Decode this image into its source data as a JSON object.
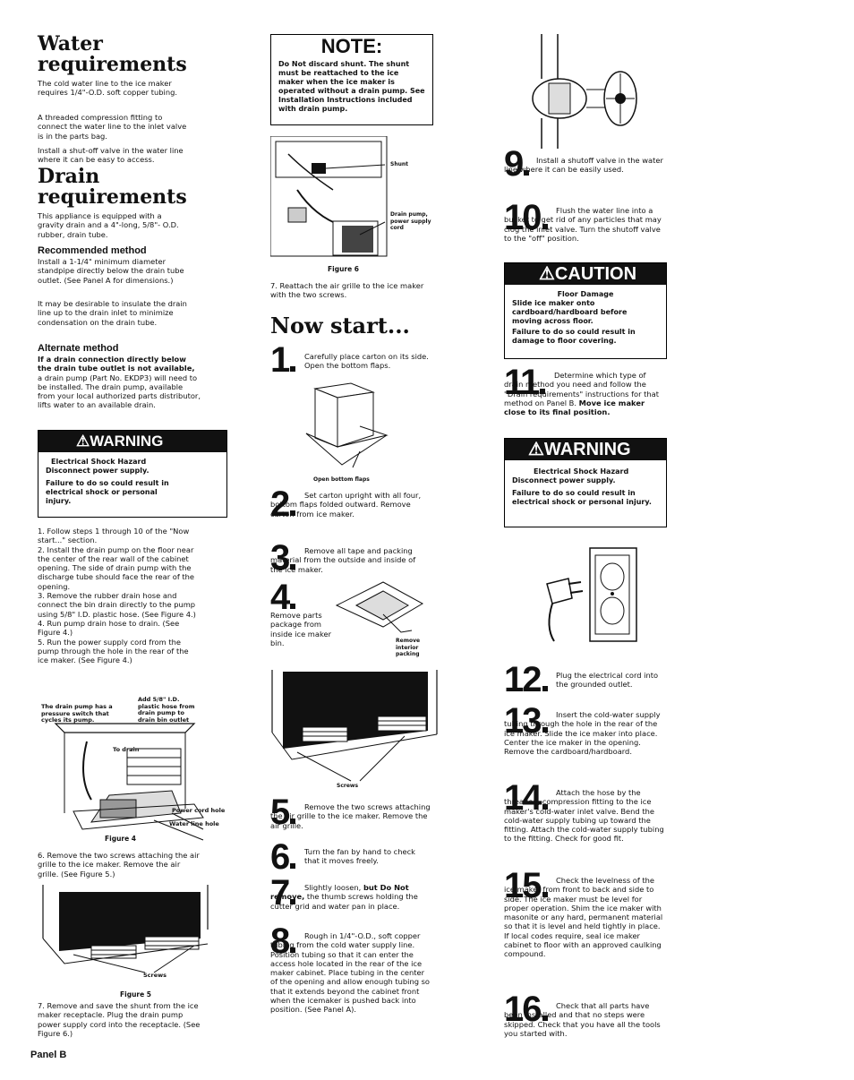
{
  "col1": {
    "water_title": "Water requirements",
    "water_p1": "The cold water line to the ice maker requires 1/4\"-O.D. soft copper tubing.",
    "water_p2": "A threaded compression fitting to connect the water line to the inlet valve is in the parts bag.",
    "water_p3": "Install a shut-off valve in the water line where it can be easy to access.",
    "drain_title": "Drain requirements",
    "drain_p1": "This appliance is equipped with a gravity drain and a 4\"-long, 5/8\"- O.D. rubber, drain tube.",
    "rec_title": "Recommended method",
    "rec_p1": "Install a 1-1/4\" minimum diameter standpipe directly below the drain tube outlet. (See Panel A for dimensions.)",
    "rec_p2": "It may be desirable to insulate the drain line up to the drain inlet to minimize condensation on the drain tube.",
    "alt_title": "Alternate method",
    "alt_bold": "If a drain connection directly below the drain tube outlet is not available,",
    "alt_rest": " a drain pump (Part No. EKDP3) will need to be installed. The drain pump, available from your local authorized parts distributor, lifts water to an available drain.",
    "warning_label": "⚠WARNING",
    "warning_l1": "Electrical Shock Hazard",
    "warning_l2": "Disconnect power supply.",
    "warning_l3": "Failure to do so could result in electrical shock or personal injury.",
    "steps_list": "1. Follow steps 1 through 10 of the \"Now start...\" section.\n2. Install the drain pump on the floor near the center of the rear wall of the cabinet opening. The side of drain pump with the discharge tube should face the rear of the opening.\n3. Remove the rubber drain hose and connect the bin drain directly to the pump using 5/8\" I.D. plastic hose. (See Figure 4.)\n4. Run pump drain hose to drain. (See Figure 4.)\n5. Run the power supply cord from the pump through the hole in the rear of the ice maker. (See Figure 4.)",
    "fig4_note_left": "The drain pump has a pressure switch that cycles its pump.",
    "fig4_note_right": "Add 5/8\" I.D. plastic hose from drain pump to drain bin outlet",
    "fig4_to_drain": "To drain",
    "fig4_power": "Power cord hole",
    "fig4_water": "Water line hole",
    "fig4_caption": "Figure 4",
    "step6": "6. Remove the two screws attaching the air grille to the ice maker. Remove the air grille. (See Figure 5.)",
    "fig5_screws": "Screws",
    "fig5_caption": "Figure 5",
    "step7": "7. Remove and save the shunt from the ice maker receptacle. Plug the drain pump power supply cord into the receptacle. (See Figure 6.)",
    "panel_label": "Panel B"
  },
  "col2": {
    "note_title": "NOTE:",
    "note_text": "Do Not discard shunt. The shunt must be reattached to the ice maker when the ice maker is operated without a drain pump. See Installation Instructions included with drain pump.",
    "fig6_shunt": "Shunt",
    "fig6_pump": "Drain pump, power supply cord",
    "fig6_caption": "Figure 6",
    "fig6_text": "7. Reattach the air grille to the ice maker with the two screws.",
    "now_title": "Now start...",
    "s1": "Carefully place carton on its side. Open the bottom flaps.",
    "s1_cap": "Open bottom flaps",
    "s2": "Set carton upright with all four, bottom flaps folded outward. Remove carton from ice maker.",
    "s3": "Remove all tape and packing material from the outside and inside of the ice maker.",
    "s4": "Remove parts package from inside ice maker bin.",
    "s4_cap": "Remove interior packing",
    "screws_cap": "Screws",
    "s5": "Remove the two screws attaching the air grille to the ice maker. Remove the air grille.",
    "s6": "Turn the fan by hand to check that it moves freely.",
    "s7_a": "Slightly loosen, ",
    "s7_b": "but Do Not remove,",
    "s7_c": " the thumb screws holding the cutter grid and water pan in place.",
    "s8": "Rough in 1/4\"-O.D., soft copper tubing from the cold water supply line. Position tubing so that it can enter the access hole located in the rear of the ice maker cabinet. Place tubing in the center of the opening and allow enough tubing so that it extends beyond the cabinet front when the icemaker is pushed back into position. (See Panel A)."
  },
  "col3": {
    "s9": "Install a shutoff valve in the water line where it can be easily used.",
    "s10": "Flush the water line into a bucket to get rid of any particles that may clog the inlet valve. Turn the shutoff valve to the \"off\" position.",
    "caution_label": "⚠CAUTION",
    "caution_l1": "Floor Damage",
    "caution_l2": "Slide ice maker onto cardboard/hardboard before moving across floor.",
    "caution_l3": "Failure to do so could result in damage to floor covering.",
    "s11_a": "Determine which type of drain method you need and follow the \"Drain requirements\" instructions for that method on Panel B. ",
    "s11_b": "Move ice maker close to its final position.",
    "warning_label": "⚠WARNING",
    "warning_l1": "Electrical Shock Hazard",
    "warning_l2": "Disconnect power supply.",
    "warning_l3": "Failure to do so could result in electrical shock or personal injury.",
    "s12": "Plug the electrical cord into the grounded outlet.",
    "s13": "Insert the cold-water supply tubing through the hole in the rear of the ice maker. Slide the ice maker into place. Center the ice maker in the opening. Remove the cardboard/hardboard.",
    "s14": "Attach the hose by the threaded, compression fitting to the ice maker's cold-water inlet valve. Bend the cold-water supply tubing up toward the fitting. Attach the cold-water supply tubing to the fitting. Check for good fit.",
    "s15": "Check the levelness of the ice maker from front to back and side to side. The ice maker must be level for proper operation. Shim the ice maker with masonite or any hard, permanent material so that it is level and held tightly in place. If local codes require, seal ice maker cabinet to floor with an approved caulking compound.",
    "s16": "Check that all parts have been installed and that no steps were skipped. Check that you have all the tools you started with."
  },
  "step_numbers": [
    "1",
    "2",
    "3",
    "4",
    "5",
    "6",
    "7",
    "8",
    "9",
    "10",
    "11",
    "12",
    "13",
    "14",
    "15",
    "16"
  ]
}
